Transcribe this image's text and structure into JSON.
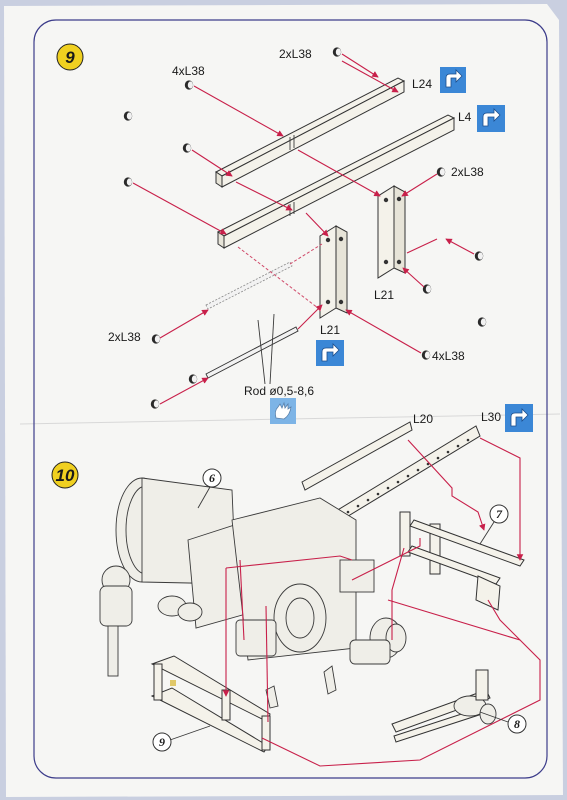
{
  "step9": {
    "number": "9",
    "labels": {
      "pin_top": "2xL38",
      "pin_left_top": "4xL38",
      "bar_top": "L24",
      "bar_second": "L4",
      "pin_right": "2xL38",
      "bracket_right": "L21",
      "bracket_left": "L21",
      "pin_left_bottom": "2xL38",
      "pin_bottom_right": "4xL38",
      "rod": "Rod ø0,5-8,6"
    },
    "icons": [
      "flip-arrow-icon",
      "flip-arrow-icon",
      "flip-arrow-icon",
      "hand-glue-icon"
    ]
  },
  "step10": {
    "number": "10",
    "labels": {
      "strip": "L20",
      "perforated_strip": "L30"
    },
    "callouts": {
      "engine": "6",
      "axle_bracket": "7",
      "tow_bar": "8",
      "frame": "9"
    }
  },
  "colors": {
    "page": "#f6f6f4",
    "frame": "#3c3c8a",
    "leader": "#c8204a",
    "step_badge": "#f0d020",
    "flip_icon": "#3b87d6"
  }
}
